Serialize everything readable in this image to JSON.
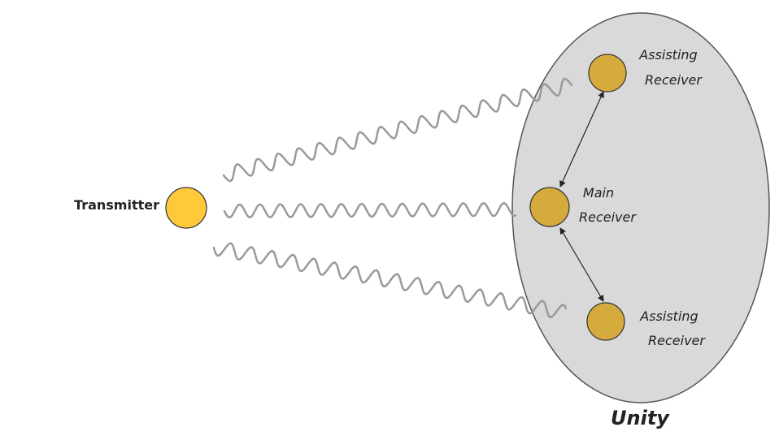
{
  "diagram": {
    "transmitter": {
      "label": "Transmitter",
      "color": "#ffc93c"
    },
    "group": {
      "label": "Unity",
      "label_color": "#e8283a",
      "fill": "#d9d9d9"
    },
    "receivers": {
      "top": {
        "line1": "Assisting",
        "line2": "Receiver"
      },
      "main": {
        "line1": "Main",
        "line2": "Receiver"
      },
      "bottom": {
        "line1": "Assisting",
        "line2": "Receiver"
      },
      "color": "#d4ab3c"
    },
    "wave_color": "#9a9a9a"
  }
}
